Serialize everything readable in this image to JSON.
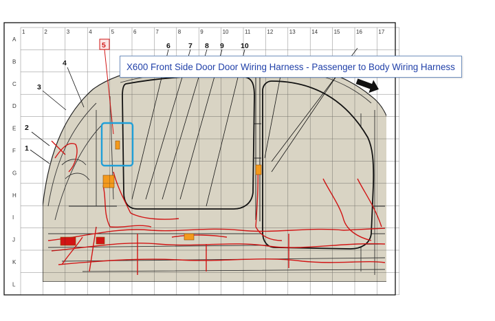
{
  "tooltip": {
    "text": "X600 Front Side Door Door Wiring Harness - Passenger to Body Wiring Harness"
  },
  "grid": {
    "columns": [
      "1",
      "2",
      "3",
      "4",
      "5",
      "6",
      "7",
      "8",
      "9",
      "10",
      "11",
      "12",
      "13",
      "14",
      "15",
      "16",
      "17"
    ],
    "rows": [
      "A",
      "B",
      "C",
      "D",
      "E",
      "F",
      "G",
      "H",
      "I",
      "J",
      "K",
      "L"
    ]
  },
  "callouts": [
    "1",
    "2",
    "3",
    "4",
    "5",
    "6",
    "7",
    "8",
    "9",
    "10"
  ],
  "colors": {
    "panel": "#d9d4c4",
    "wire": "#d21414",
    "connector": "#f49a1c",
    "highlight_box": "#1f9fd8",
    "callout_5": "#d21414",
    "tooltip_text": "#1f3fa8"
  }
}
